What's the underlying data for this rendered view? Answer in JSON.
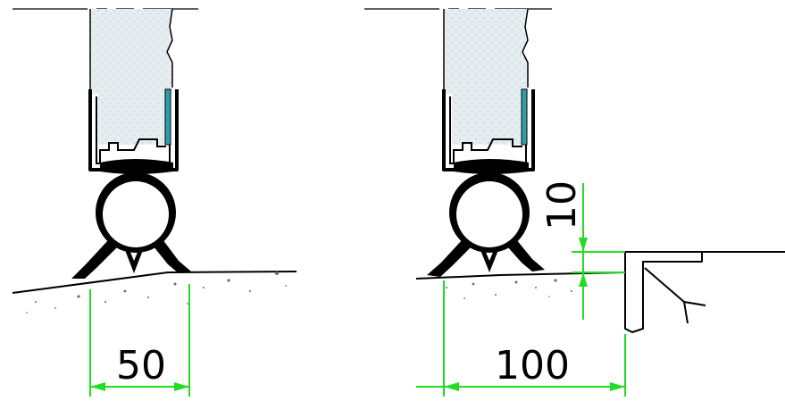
{
  "colors": {
    "line": "#000000",
    "dimension": "#22dd22",
    "glass_fill": "#e6edf1",
    "glass_dots": "#b7c8d2",
    "seal_teeth": "#2f9ea8",
    "ground_dots": "#6b6b6b"
  },
  "dimensions": {
    "left_width": "50",
    "right_width": "100",
    "right_height": "10"
  }
}
